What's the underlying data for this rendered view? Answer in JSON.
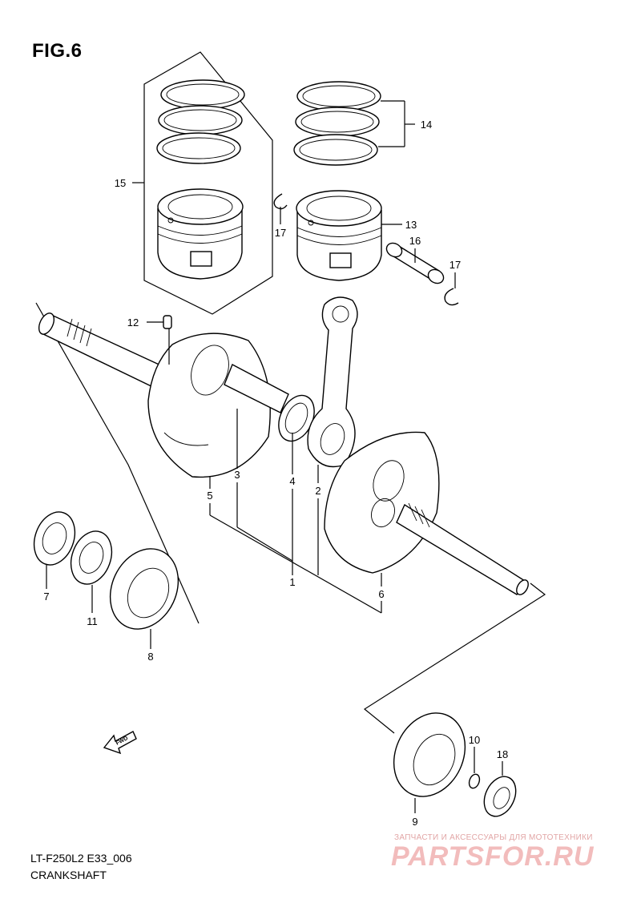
{
  "figure": {
    "title": "FIG.6",
    "code": "LT-F250L2 E33_006",
    "name": "CRANKSHAFT"
  },
  "parts": [
    {
      "label": "1"
    },
    {
      "label": "2"
    },
    {
      "label": "3"
    },
    {
      "label": "4"
    },
    {
      "label": "5"
    },
    {
      "label": "6"
    },
    {
      "label": "7"
    },
    {
      "label": "8"
    },
    {
      "label": "9"
    },
    {
      "label": "10"
    },
    {
      "label": "11"
    },
    {
      "label": "12"
    },
    {
      "label": "13"
    },
    {
      "label": "14"
    },
    {
      "label": "15"
    },
    {
      "label": "16"
    },
    {
      "label": "17"
    },
    {
      "label": "17"
    },
    {
      "label": "18"
    }
  ],
  "fwd_arrow": {
    "text": "FWD"
  },
  "watermark": {
    "tagline": "ЗАПЧАСТИ И АКСЕССУАРЫ ДЛЯ МОТОТЕХНИКИ",
    "logo": "PARTSFOR.RU",
    "color": "#f2bcbc"
  }
}
